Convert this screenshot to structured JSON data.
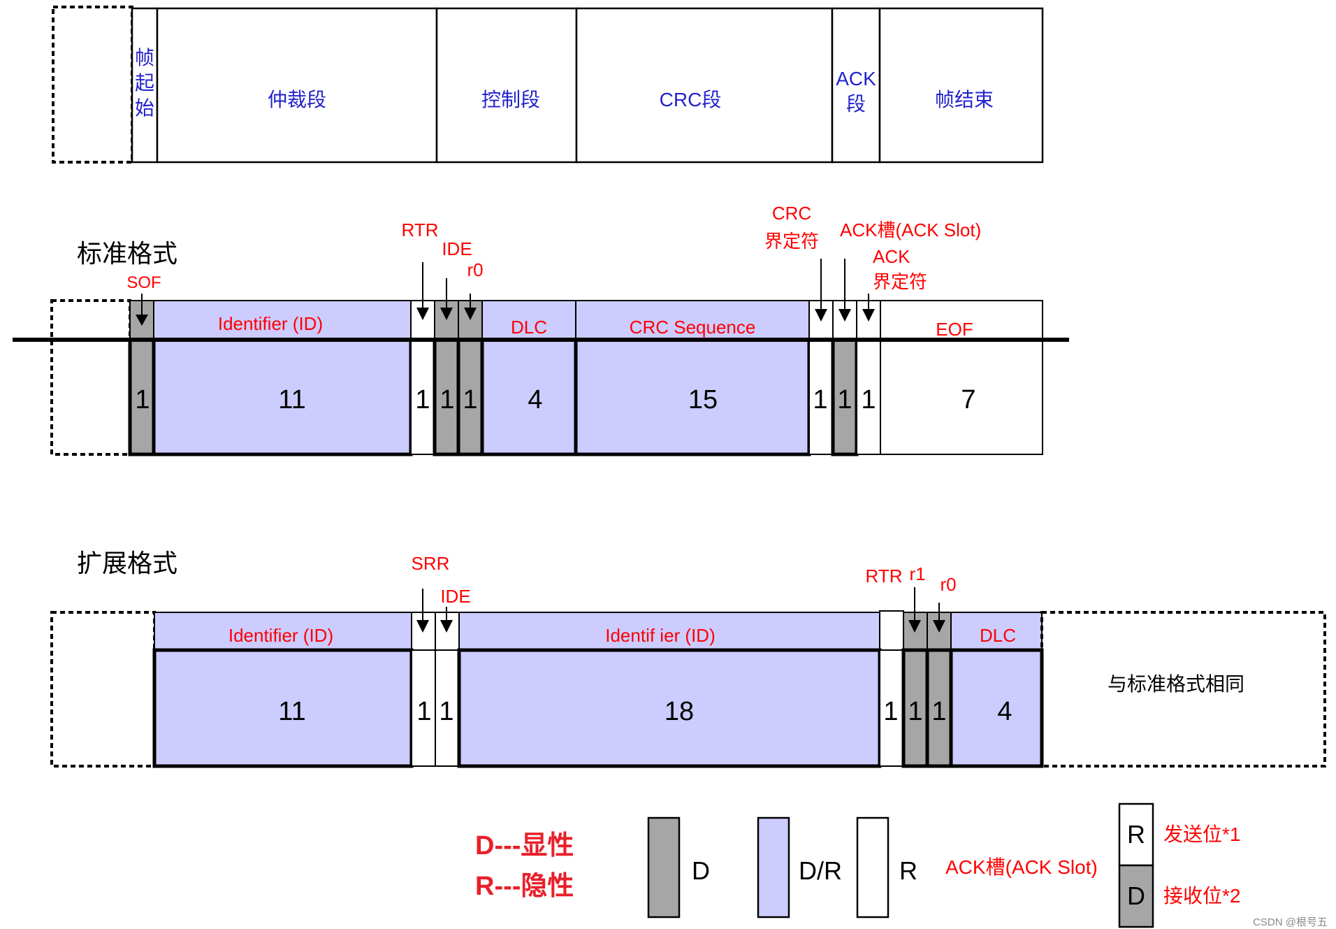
{
  "colors": {
    "dominant": "#a6a6a6",
    "dr": "#ccccff",
    "recessive": "#ffffff",
    "label_red": "#ff0000",
    "label_blue": "#2222cc",
    "legend_red": "#e8202a",
    "ink": "#000000"
  },
  "top_row": {
    "fields": [
      {
        "label": "帧\n起\n始"
      },
      {
        "label": "仲裁段"
      },
      {
        "label": "控制段"
      },
      {
        "label": "CRC段"
      },
      {
        "label": "ACK\n段"
      },
      {
        "label": "帧结束"
      }
    ]
  },
  "standard": {
    "title": "标准格式",
    "fields": [
      {
        "name": "SOF",
        "bits": "1",
        "kind": "D"
      },
      {
        "name": "Identifier (ID)",
        "bits": "11",
        "kind": "DR"
      },
      {
        "name": "RTR",
        "bits": "1",
        "kind": "R"
      },
      {
        "name": "IDE",
        "bits": "1",
        "kind": "D"
      },
      {
        "name": "r0",
        "bits": "1",
        "kind": "D"
      },
      {
        "name": "DLC",
        "bits": "4",
        "kind": "DR"
      },
      {
        "name": "CRC Sequence",
        "bits": "15",
        "kind": "DR"
      },
      {
        "name": "CRC界定符",
        "bits": "1",
        "kind": "R"
      },
      {
        "name": "ACK槽(ACK Slot)",
        "bits": "1",
        "kind": "ACK"
      },
      {
        "name": "ACK界定符",
        "bits": "1",
        "kind": "R"
      },
      {
        "name": "EOF",
        "bits": "7",
        "kind": "R"
      }
    ],
    "callouts": {
      "sof": "SOF",
      "rtr": "RTR",
      "ide": "IDE",
      "r0": "r0",
      "crc_delim": "CRC\n界定符",
      "ack_slot": "ACK槽(ACK Slot)",
      "ack_delim": "ACK\n界定符"
    }
  },
  "extended": {
    "title": "扩展格式",
    "fields": [
      {
        "name": "Identifier (ID)",
        "bits": "11",
        "kind": "DR"
      },
      {
        "name": "SRR",
        "bits": "1",
        "kind": "R"
      },
      {
        "name": "IDE",
        "bits": "1",
        "kind": "R"
      },
      {
        "name": "Identif ier (ID)",
        "bits": "18",
        "kind": "DR"
      },
      {
        "name": "RTR",
        "bits": "1",
        "kind": "R"
      },
      {
        "name": "r1",
        "bits": "1",
        "kind": "D"
      },
      {
        "name": "r0",
        "bits": "1",
        "kind": "D"
      },
      {
        "name": "DLC",
        "bits": "4",
        "kind": "DR"
      }
    ],
    "same_as_standard": "与标准格式相同",
    "callouts": {
      "srr": "SRR",
      "ide": "IDE",
      "rtr": "RTR",
      "r1": "r1",
      "r0": "r0"
    }
  },
  "legend": {
    "definitions": [
      "D---显性",
      "R---隐性"
    ],
    "swatches": [
      {
        "label": "D",
        "kind": "D"
      },
      {
        "label": "D/R",
        "kind": "DR"
      },
      {
        "label": "R",
        "kind": "R"
      }
    ],
    "ack_slot_label": "ACK槽(ACK Slot)",
    "ack_states": [
      {
        "letter": "R",
        "desc": "发送位*1"
      },
      {
        "letter": "D",
        "desc": "接收位*2"
      }
    ]
  },
  "watermark": "CSDN @根号五"
}
